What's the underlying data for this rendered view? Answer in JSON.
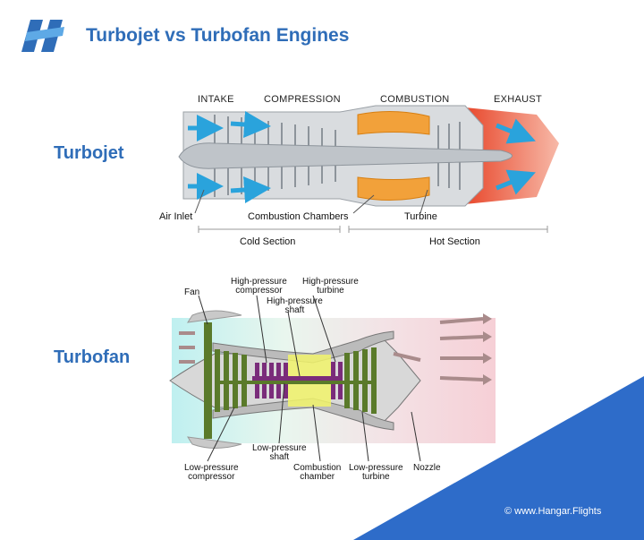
{
  "header": {
    "title": "Turbojet vs Turbofan Engines"
  },
  "turbojet": {
    "label": "Turbojet",
    "stages": {
      "intake": "INTAKE",
      "compression": "COMPRESSION",
      "combustion": "COMBUSTION",
      "exhaust": "EXHAUST"
    },
    "callouts": {
      "air_inlet": "Air Inlet",
      "combustion_chambers": "Combustion Chambers",
      "turbine": "Turbine"
    },
    "sections": {
      "cold": "Cold Section",
      "hot": "Hot Section"
    }
  },
  "turbofan": {
    "label": "Turbofan",
    "callouts": {
      "fan": "Fan",
      "hp_compressor_1": "High-pressure",
      "hp_compressor_2": "compressor",
      "hp_turbine_1": "High-pressure",
      "hp_turbine_2": "turbine",
      "hp_shaft_1": "High-pressure",
      "hp_shaft_2": "shaft",
      "lp_shaft_1": "Low-pressure",
      "lp_shaft_2": "shaft",
      "lp_compressor_1": "Low-pressure",
      "lp_compressor_2": "compressor",
      "comb_chamber_1": "Combustion",
      "comb_chamber_2": "chamber",
      "lp_turbine_1": "Low-pressure",
      "lp_turbine_2": "turbine",
      "nozzle": "Nozzle"
    }
  },
  "footer": {
    "credit": "© www.Hangar.Flights"
  },
  "colors": {
    "brand_blue": "#2f6db8",
    "corner_blue": "#2e6cc9",
    "exhaust_red": "#e8482c"
  }
}
